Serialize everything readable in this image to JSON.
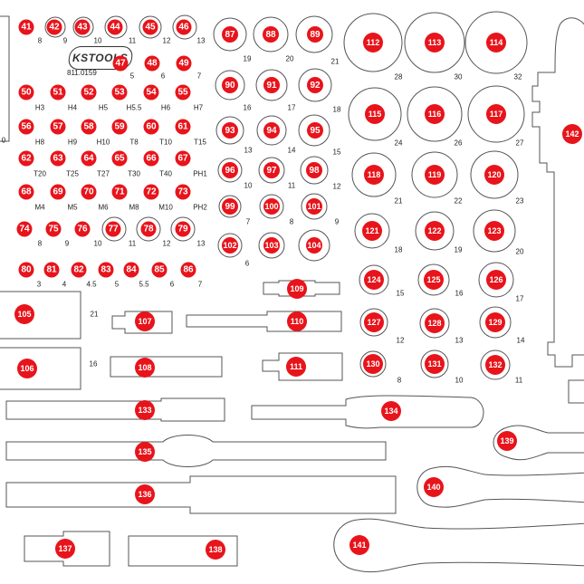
{
  "brand": {
    "logo": "KSTOOLS",
    "article_number": "811.0159"
  },
  "positions": [
    "41",
    "42",
    "43",
    "44",
    "45",
    "46",
    "47",
    "48",
    "49",
    "50",
    "51",
    "52",
    "53",
    "54",
    "55",
    "56",
    "57",
    "58",
    "59",
    "60",
    "61",
    "62",
    "63",
    "64",
    "65",
    "66",
    "67",
    "68",
    "69",
    "70",
    "71",
    "72",
    "73",
    "74",
    "75",
    "76",
    "77",
    "78",
    "79",
    "80",
    "81",
    "82",
    "83",
    "84",
    "85",
    "86",
    "87",
    "88",
    "89",
    "90",
    "91",
    "92",
    "93",
    "94",
    "95",
    "96",
    "97",
    "98",
    "99",
    "100",
    "101",
    "102",
    "103",
    "104",
    "105",
    "106",
    "107",
    "108",
    "109",
    "110",
    "111",
    "112",
    "113",
    "114",
    "115",
    "116",
    "117",
    "118",
    "119",
    "120",
    "121",
    "122",
    "123",
    "124",
    "125",
    "126",
    "127",
    "128",
    "129",
    "130",
    "131",
    "132",
    "133",
    "134",
    "135",
    "136",
    "137",
    "138",
    "139",
    "140",
    "141",
    "142"
  ],
  "sizes": [
    "8",
    "9",
    "10",
    "11",
    "12",
    "13",
    "5",
    "6",
    "7",
    "H3",
    "H4",
    "H5",
    "H5.5",
    "H6",
    "H7",
    "H8",
    "H9",
    "H10",
    "T8",
    "T10",
    "T15",
    "T20",
    "T25",
    "T27",
    "T30",
    "T40",
    "PH1",
    "M4",
    "M5",
    "M6",
    "M8",
    "M10",
    "PH2",
    "8",
    "9",
    "10",
    "11",
    "12",
    "13",
    "3",
    "4",
    "4.5",
    "5",
    "5.5",
    "6",
    "7",
    "19",
    "20",
    "21",
    "16",
    "17",
    "18",
    "13",
    "14",
    "15",
    "10",
    "11",
    "12",
    "7",
    "8",
    "9",
    "6",
    "28",
    "30",
    "32",
    "24",
    "26",
    "27",
    "21",
    "22",
    "23",
    "18",
    "19",
    "20",
    "15",
    "16",
    "17",
    "12",
    "13",
    "14",
    "8",
    "10",
    "11",
    "21",
    "16",
    "0"
  ]
}
